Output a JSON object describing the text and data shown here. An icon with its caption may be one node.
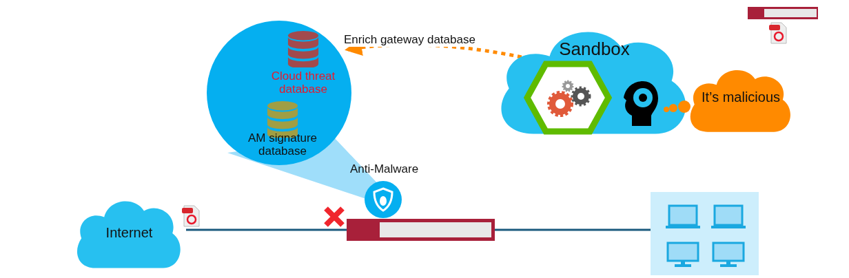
{
  "diagram": {
    "nodes": [
      {
        "text": [],
        "shape": "circle"
      },
      {
        "text": [
          "Cloud threat database"
        ],
        "in": 0
      },
      {
        "text": [
          "AM signature database"
        ],
        "in": 0
      },
      {
        "text": [
          "Sandbox"
        ]
      },
      {
        "text": [],
        "shape": "hexagon",
        "in": 3
      },
      {
        "text": [
          "It’s malicious"
        ]
      },
      {
        "text": [
          "Internet"
        ]
      },
      {
        "text": [],
        "shape": "box"
      },
      {
        "text": [],
        "shape": "box"
      }
    ],
    "edges": [
      {
        "from": 4,
        "to": 1,
        "arrow": "to",
        "label": "Enrich gateway database",
        "style": "dashed",
        "color": "#ff8a00"
      },
      {
        "from": 6,
        "to": 7,
        "arrow": "none"
      },
      {
        "from": 7,
        "to": 8,
        "arrow": "none"
      }
    ],
    "labels": [
      "Anti-Malware"
    ]
  }
}
